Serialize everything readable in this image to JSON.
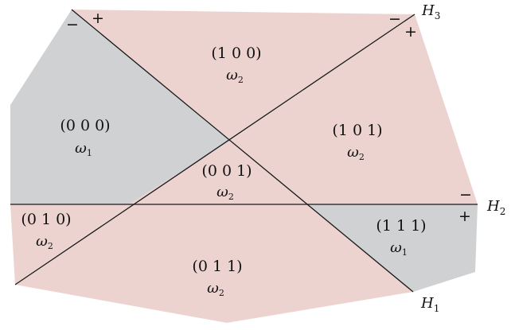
{
  "colors": {
    "omega1_fill": "#d0d1d3",
    "omega2_fill": "#ecd3d0",
    "line": "#1a1a1a"
  },
  "hyperplanes": [
    {
      "name": "H_1",
      "label": "H",
      "sub": "1"
    },
    {
      "name": "H_2",
      "label": "H",
      "sub": "2"
    },
    {
      "name": "H_3",
      "label": "H",
      "sub": "3"
    }
  ],
  "signs": {
    "h1_minus": "−",
    "h1_plus": "+",
    "h2_minus": "−",
    "h2_plus": "+",
    "h3_minus": "−",
    "h3_plus": "+"
  },
  "regions": [
    {
      "code": "(0 0 0)",
      "class_symbol": "ω",
      "class_sub": "1"
    },
    {
      "code": "(1 0 0)",
      "class_symbol": "ω",
      "class_sub": "2"
    },
    {
      "code": "(1 0 1)",
      "class_symbol": "ω",
      "class_sub": "2"
    },
    {
      "code": "(0 0 1)",
      "class_symbol": "ω",
      "class_sub": "2"
    },
    {
      "code": "(0 1 0)",
      "class_symbol": "ω",
      "class_sub": "2"
    },
    {
      "code": "(1 1 1)",
      "class_symbol": "ω",
      "class_sub": "1"
    },
    {
      "code": "(0 1 1)",
      "class_symbol": "ω",
      "class_sub": "2"
    }
  ]
}
